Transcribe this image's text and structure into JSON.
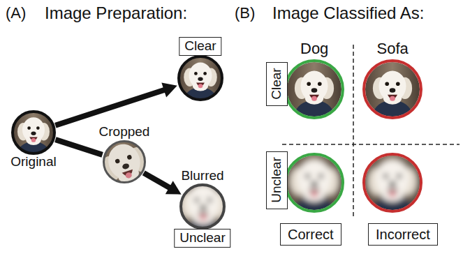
{
  "diagram": {
    "nodes": [
      {
        "text": [
          "Original"
        ]
      },
      {
        "text": [
          "Clear"
        ]
      },
      {
        "text": [
          "Cropped"
        ]
      },
      {
        "text": [
          "Blurred",
          "Unclear"
        ]
      },
      {
        "text": [
          "Clear"
        ]
      },
      {
        "text": [
          "Unclear"
        ]
      },
      {
        "text": [
          "Correct"
        ]
      },
      {
        "text": [
          "Incorrect"
        ]
      }
    ],
    "edges": [
      {
        "from": 0,
        "to": 1,
        "arrow": "to"
      },
      {
        "from": 0,
        "to": 2,
        "arrow": "none"
      },
      {
        "from": 2,
        "to": 3,
        "arrow": "to"
      }
    ],
    "labels": [
      "(A)",
      "Image Preparation:",
      "(B)",
      "Image Classified As:",
      "Dog",
      "Sofa"
    ]
  }
}
